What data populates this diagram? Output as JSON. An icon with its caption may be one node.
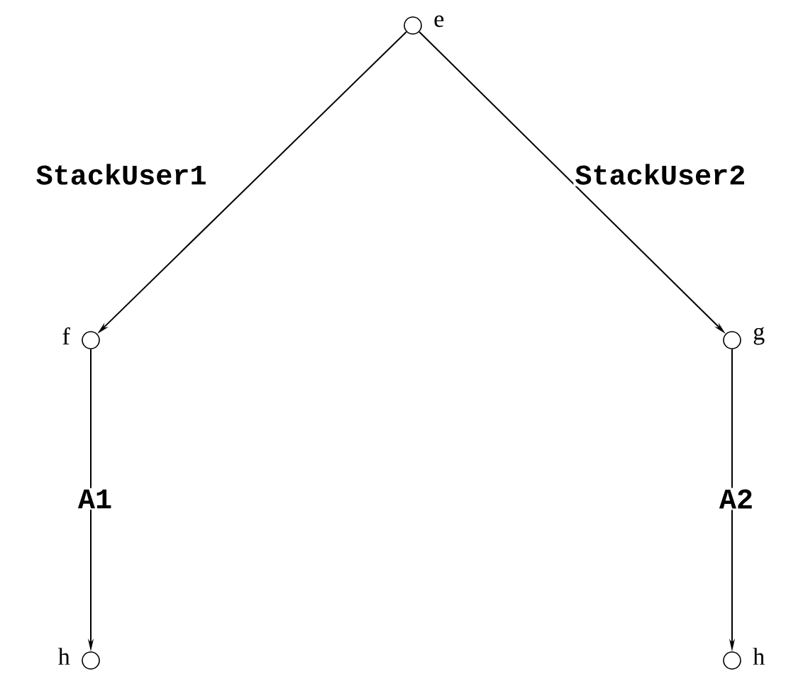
{
  "diagram": {
    "nodes": [
      {
        "text": [],
        "shape": "circle",
        "beside": [
          "e"
        ]
      },
      {
        "text": [],
        "shape": "circle",
        "beside": [
          "f"
        ]
      },
      {
        "text": [],
        "shape": "circle",
        "beside": [
          "g"
        ]
      },
      {
        "text": [],
        "shape": "circle",
        "beside": [
          "h"
        ]
      },
      {
        "text": [],
        "shape": "circle",
        "beside": [
          "h"
        ]
      }
    ],
    "edges": [
      {
        "from": 0,
        "to": 1,
        "arrow": "to",
        "label": "StackUser1"
      },
      {
        "from": 0,
        "to": 2,
        "arrow": "to",
        "label": "StackUser2"
      },
      {
        "from": 1,
        "to": 3,
        "arrow": "to",
        "label": "A1"
      },
      {
        "from": 2,
        "to": 4,
        "arrow": "to",
        "label": "A2"
      }
    ]
  }
}
